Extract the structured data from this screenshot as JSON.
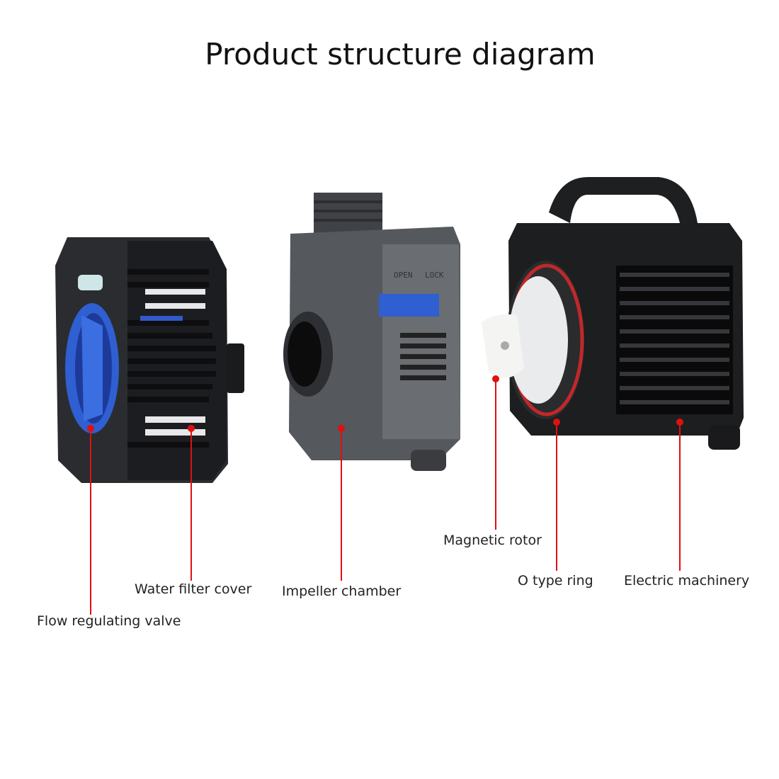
{
  "title": "Product structure diagram",
  "parts": {
    "flow_valve": "Flow regulating valve",
    "filter_cover": "Water filter cover",
    "impeller_chamber": "Impeller chamber",
    "magnetic_rotor": "Magnetic rotor",
    "o_ring": "O type ring",
    "motor": "Electric machinery"
  },
  "product_markings": {
    "open": "OPEN",
    "lock": "LOCK"
  },
  "colors": {
    "leader": "#e01010",
    "body": "#2b2d30",
    "accent": "#2f5fd0"
  }
}
